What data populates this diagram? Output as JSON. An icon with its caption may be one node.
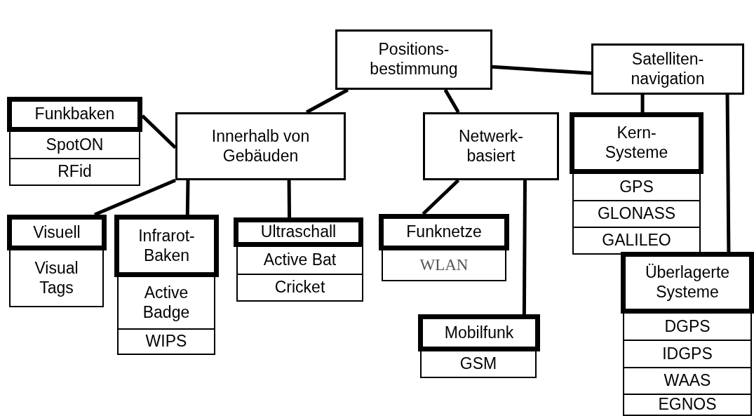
{
  "diagram": {
    "nodes": [
      {
        "text": [
          "Positions- bestimmung"
        ]
      },
      {
        "text": [
          "Satelliten- navigation"
        ]
      },
      {
        "text": [
          "Funkbaken"
        ]
      },
      {
        "text": [
          "SpotON"
        ]
      },
      {
        "text": [
          "RFid"
        ]
      },
      {
        "text": [
          "Innerhalb von Gebäuden"
        ]
      },
      {
        "text": [
          "Netwerk- basiert"
        ]
      },
      {
        "text": [
          "Kern-Systeme"
        ]
      },
      {
        "text": [
          "GPS"
        ]
      },
      {
        "text": [
          "GLONASS"
        ]
      },
      {
        "text": [
          "GALILEO"
        ]
      },
      {
        "text": [
          "Visuell"
        ]
      },
      {
        "text": [
          "Visual Tags"
        ]
      },
      {
        "text": [
          "Infrarot-Baken"
        ]
      },
      {
        "text": [
          "Active Badge"
        ]
      },
      {
        "text": [
          "WIPS"
        ]
      },
      {
        "text": [
          "Ultraschall"
        ]
      },
      {
        "text": [
          "Active Bat"
        ]
      },
      {
        "text": [
          "Cricket"
        ]
      },
      {
        "text": [
          "Funknetze"
        ]
      },
      {
        "text": [
          "WLAN"
        ]
      },
      {
        "text": [
          "Mobilfunk"
        ]
      },
      {
        "text": [
          "GSM"
        ]
      },
      {
        "text": [
          "Überlagerte Systeme"
        ]
      },
      {
        "text": [
          "DGPS"
        ]
      },
      {
        "text": [
          "IDGPS"
        ]
      },
      {
        "text": [
          "WAAS"
        ]
      },
      {
        "text": [
          "EGNOS"
        ]
      }
    ],
    "edges": [
      {
        "from": 0,
        "to": 1,
        "arrow": "none"
      },
      {
        "from": 0,
        "to": 5,
        "arrow": "none"
      },
      {
        "from": 0,
        "to": 6,
        "arrow": "none"
      },
      {
        "from": 1,
        "to": 7,
        "arrow": "none"
      },
      {
        "from": 1,
        "to": 23,
        "arrow": "none"
      },
      {
        "from": 2,
        "to": 5,
        "arrow": "none"
      },
      {
        "from": 5,
        "to": 11,
        "arrow": "none"
      },
      {
        "from": 5,
        "to": 13,
        "arrow": "none"
      },
      {
        "from": 5,
        "to": 16,
        "arrow": "none"
      },
      {
        "from": 6,
        "to": 19,
        "arrow": "none"
      },
      {
        "from": 6,
        "to": 21,
        "arrow": "none"
      }
    ]
  }
}
